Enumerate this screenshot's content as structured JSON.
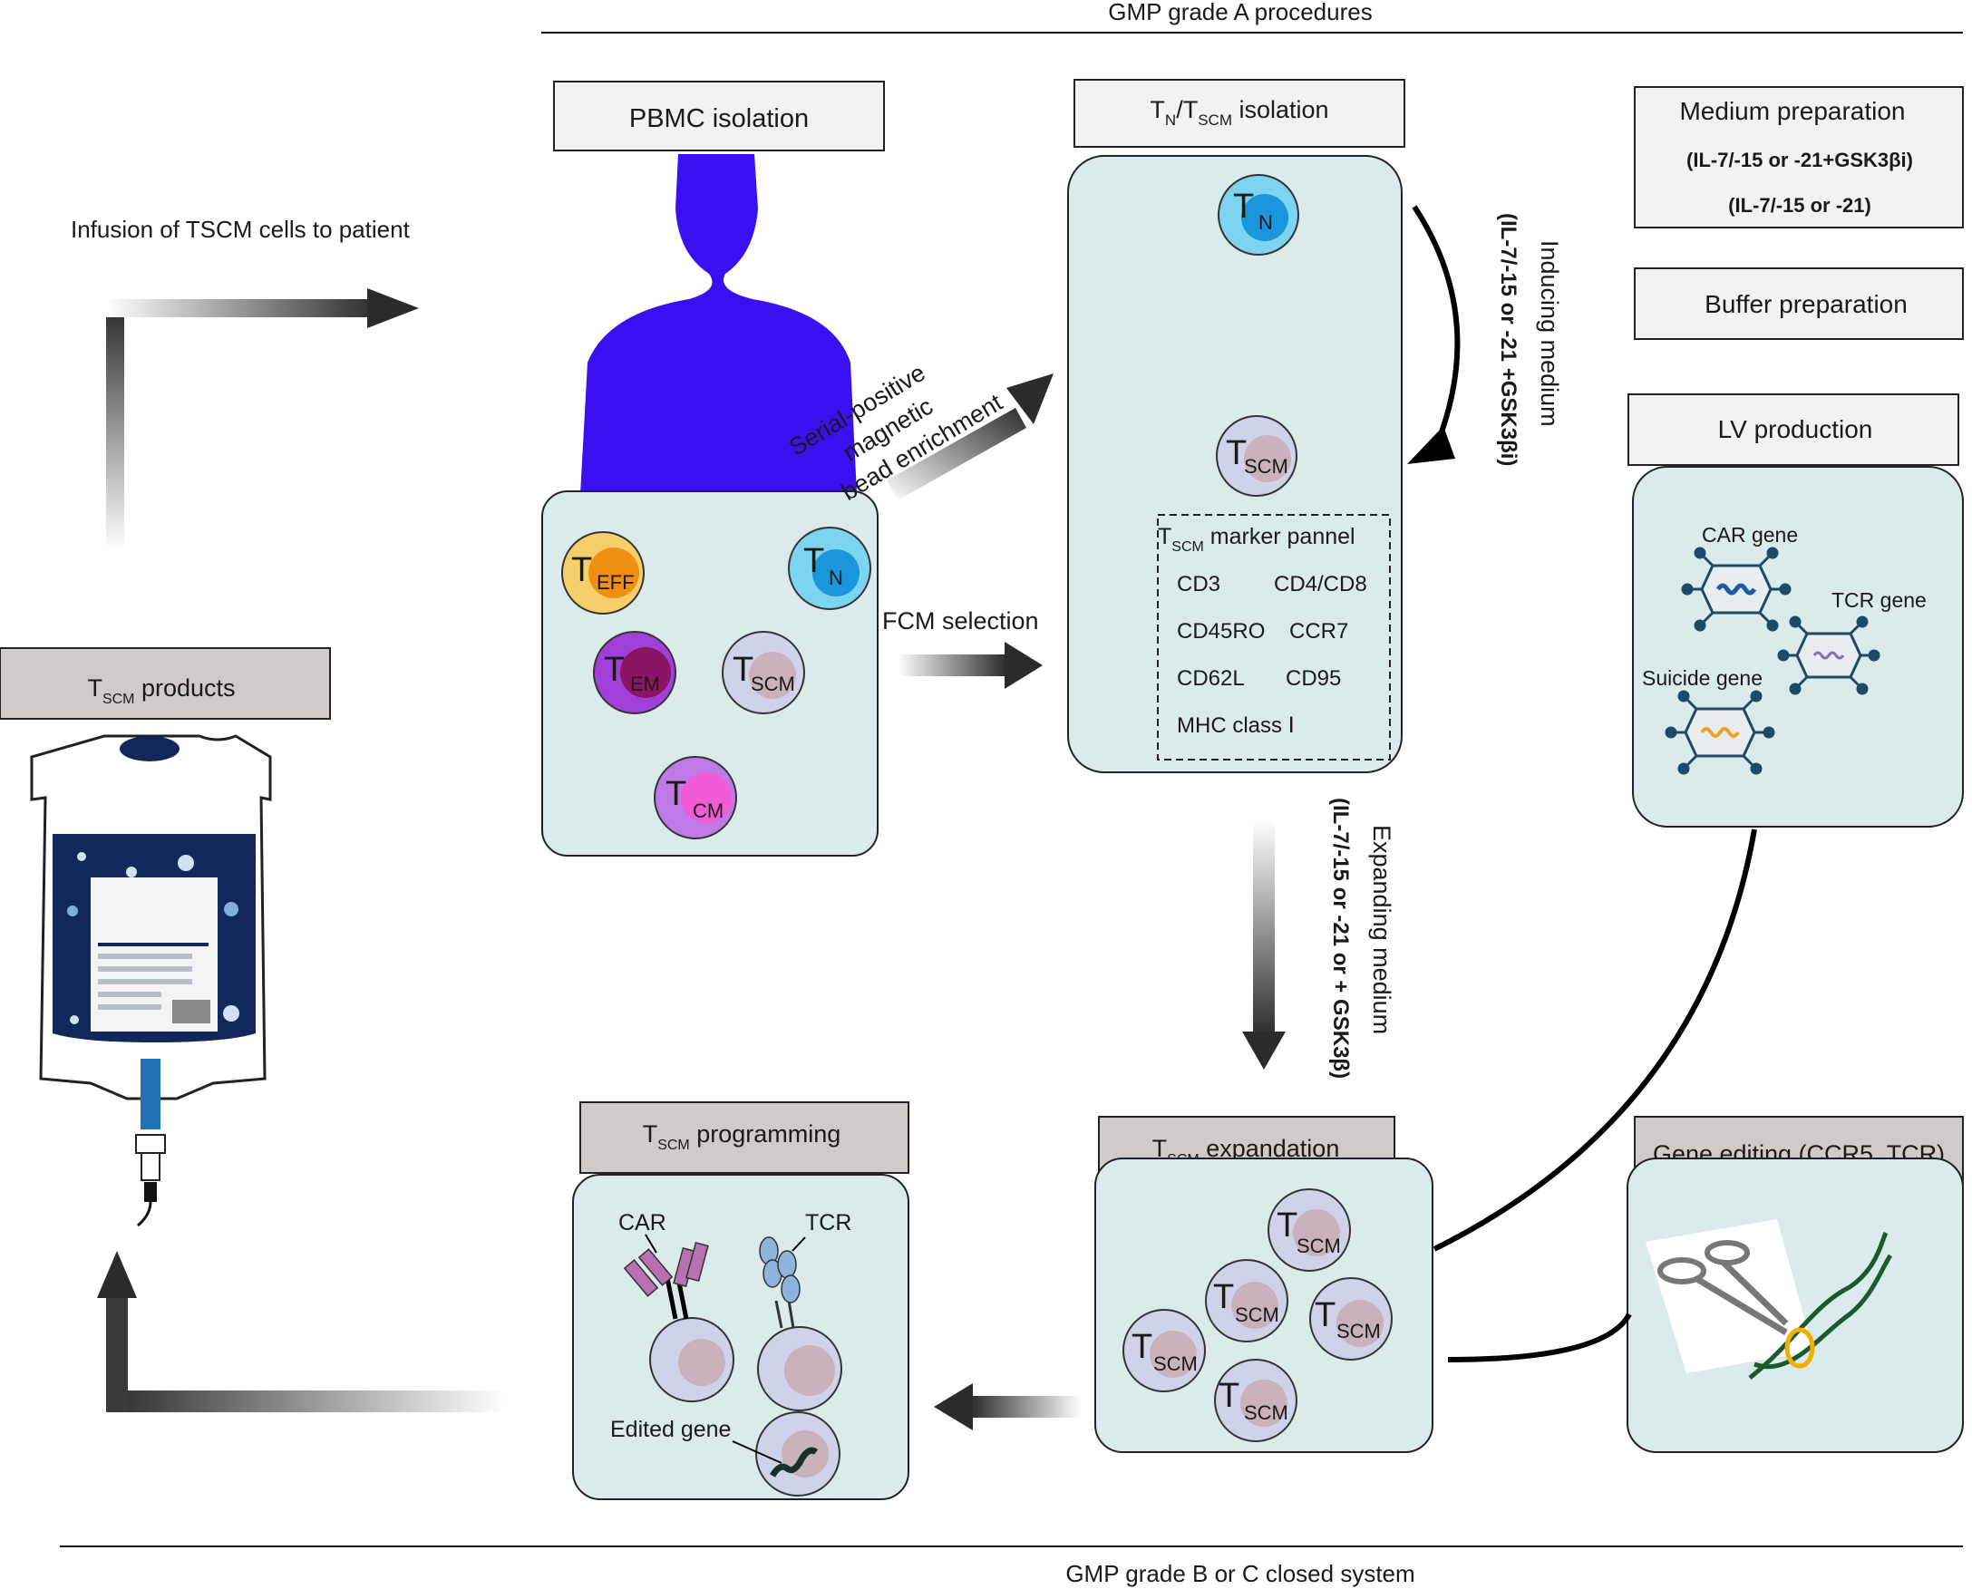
{
  "header": {
    "top_label": "GMP grade A procedures",
    "bottom_label": "GMP grade B or C closed system"
  },
  "infusion": {
    "label": "Infusion of TSCM cells to patient"
  },
  "pbmc": {
    "title": "PBMC isolation",
    "cells": {
      "eff": {
        "main": "T",
        "sub": "EFF"
      },
      "n": {
        "main": "T",
        "sub": "N"
      },
      "em": {
        "main": "T",
        "sub": "EM"
      },
      "scm": {
        "main": "T",
        "sub": "SCM"
      },
      "cm": {
        "main": "T",
        "sub": "CM"
      }
    }
  },
  "enrichment": {
    "line1": "Serial-positive",
    "line2": "magnetic",
    "line3": "bead enrichment"
  },
  "fcm": {
    "label": "FCM selection"
  },
  "tn_isolation": {
    "title_main1": "T",
    "title_sub1": "N",
    "title_slash": "/",
    "title_main2": "T",
    "title_sub2": "SCM",
    "title_rest": " isolation",
    "cell_n": {
      "main": "T",
      "sub": "N"
    },
    "cell_scm": {
      "main": "T",
      "sub": "SCM"
    },
    "panel": {
      "title_main": "T",
      "title_sub": "SCM",
      "title_rest": " marker pannel",
      "markers": [
        "CD3",
        "CD4/CD8",
        "CD45RO",
        "CCR7",
        "CD62L",
        "CD95",
        "MHC class Ⅰ"
      ]
    }
  },
  "inducing": {
    "line1": "Inducing medium",
    "line2": "(IL-7/-15 or -21 +GSK3βi)"
  },
  "expanding": {
    "line1": "Expanding medium",
    "line2": "(IL-7/-15 or -21 or + GSK3β)"
  },
  "medium_prep": {
    "title": "Medium preparation",
    "line1": "(IL-7/-15 or -21+GSK3βi)",
    "line2": "(IL-7/-15 or -21)"
  },
  "buffer_prep": {
    "title": "Buffer preparation"
  },
  "lv": {
    "title": "LV production",
    "car": "CAR gene",
    "tcr": "TCR gene",
    "suicide": "Suicide gene"
  },
  "gene_editing": {
    "title": "Gene editing (CCR5, TCR)"
  },
  "expansion": {
    "title_main": "T",
    "title_sub": "SCM",
    "title_rest": " expandation",
    "cell": {
      "main": "T",
      "sub": "SCM"
    }
  },
  "programming": {
    "title_main": "T",
    "title_sub": "SCM",
    "title_rest": " programming",
    "car": "CAR",
    "tcr": "TCR",
    "edited": "Edited gene"
  },
  "products": {
    "title_main": "T",
    "title_sub": "SCM",
    "title_rest": " products"
  },
  "colors": {
    "panel_fill": "#dbeaea",
    "title_box": "#f2f2f2",
    "title_box_gray": "#cfcbc8",
    "human": "#3a10f0",
    "bag_fluid": "#13285a",
    "cell_scm": "#cfd3ea",
    "cell_nucleus": "#c9b2bc",
    "cell_n": "#7dd4f0",
    "cell_n_nucleus": "#1a96dc",
    "cell_eff": "#f7cf6a",
    "cell_eff_nucleus": "#ef9015",
    "cell_em": "#a23fd8",
    "cell_em_nucleus": "#8a1565",
    "cell_cm": "#c07ae8",
    "cell_cm_nucleus": "#f25ad6"
  }
}
